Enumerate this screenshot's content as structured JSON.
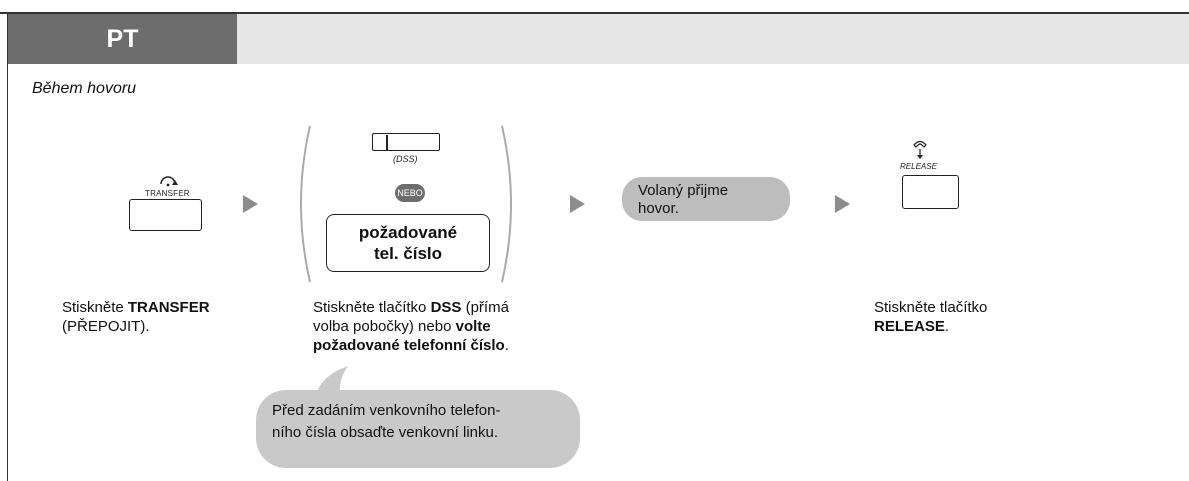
{
  "header": {
    "tab_label": "PT"
  },
  "subheading": "Během hovoru",
  "step1": {
    "key_label": "TRANSFER",
    "desc_prefix": "Stiskněte ",
    "desc_bold": "TRANSFER",
    "desc_suffix": "(PŘEPOJIT)."
  },
  "step2": {
    "dss_label": "(DSS)",
    "or_badge": "NEBO",
    "number_line1": "požadované",
    "number_line2": "tel. číslo",
    "desc_a": "Stiskněte tlačítko ",
    "desc_b": "DSS",
    "desc_c": " (přímá",
    "desc_d": "volba pobočky) nebo ",
    "desc_e": "volte",
    "desc_f": "požadované telefonní číslo",
    "desc_g": "."
  },
  "step3": {
    "line1": "Volaný přijme",
    "line2": "hovor."
  },
  "step4": {
    "key_label": "RELEASE",
    "desc_prefix": "Stiskněte tlačítko",
    "desc_bold": "RELEASE",
    "desc_suffix": "."
  },
  "note": {
    "line1": "Před zadáním venkovního telefon-",
    "line2": "ního čísla obsaďte venkovní linku."
  }
}
